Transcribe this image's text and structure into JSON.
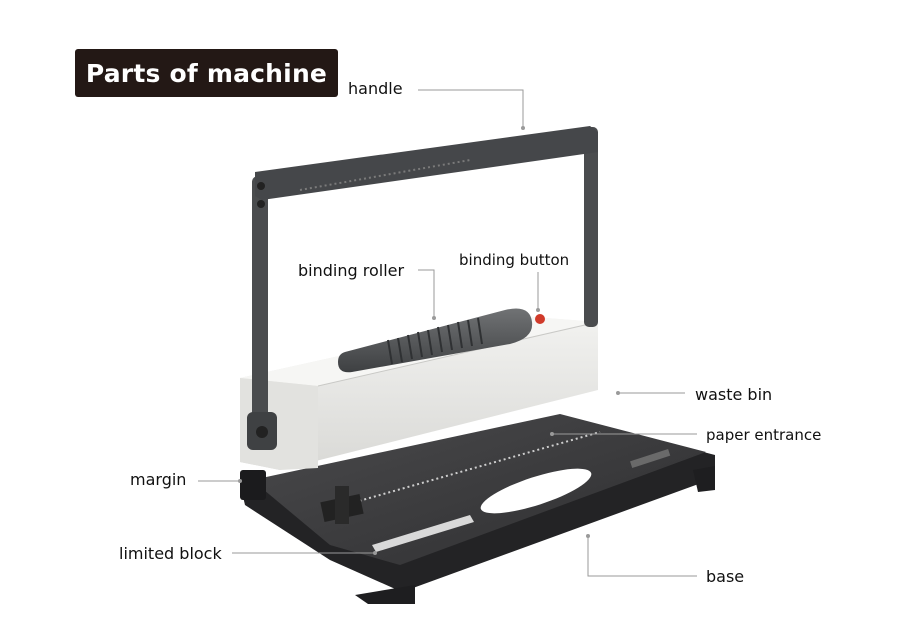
{
  "title": "Parts of machine",
  "parts": {
    "handle": "handle",
    "binding_roller": "binding roller",
    "binding_button": "binding button",
    "waste_bin": "waste bin",
    "paper_entrance": "paper entrance",
    "margin": "margin",
    "limited_block": "limited block",
    "base": "base"
  },
  "colors": {
    "title_bg": "#231815",
    "base": "#3b3b3d",
    "body": "#e9e9e7",
    "handle": "#4a4c4e",
    "roller": "#5a5c5e",
    "button": "#d03a2a"
  }
}
